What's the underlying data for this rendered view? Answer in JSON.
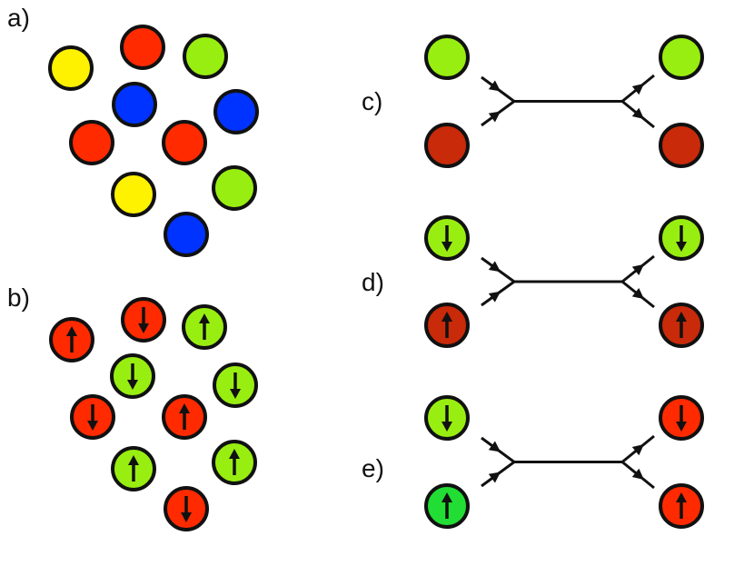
{
  "panels": {
    "a": {
      "label": "a)"
    },
    "b": {
      "label": "b)"
    },
    "c": {
      "label": "c)"
    },
    "d": {
      "label": "d)"
    },
    "e": {
      "label": "e)"
    }
  },
  "colors": {
    "yellow": "#FFF200",
    "red": "#FF2A00",
    "blue": "#0033FF",
    "lime": "#99EE11",
    "darkred": "#C82A0A",
    "green": "#22DD33",
    "outline": "#111111",
    "line": "#111111"
  },
  "diagram": {
    "panel_a_particles": [
      {
        "color": "yellow"
      },
      {
        "color": "red"
      },
      {
        "color": "lime"
      },
      {
        "color": "blue"
      },
      {
        "color": "blue"
      },
      {
        "color": "red"
      },
      {
        "color": "red"
      },
      {
        "color": "yellow"
      },
      {
        "color": "lime"
      },
      {
        "color": "blue"
      }
    ],
    "panel_b_particles": [
      {
        "color": "red",
        "spin": "up"
      },
      {
        "color": "red",
        "spin": "down"
      },
      {
        "color": "lime",
        "spin": "up"
      },
      {
        "color": "lime",
        "spin": "down"
      },
      {
        "color": "lime",
        "spin": "down"
      },
      {
        "color": "red",
        "spin": "down"
      },
      {
        "color": "red",
        "spin": "up"
      },
      {
        "color": "lime",
        "spin": "up"
      },
      {
        "color": "lime",
        "spin": "up"
      },
      {
        "color": "red",
        "spin": "down"
      }
    ],
    "interactions": {
      "c": {
        "in_top": {
          "color": "lime",
          "spin": "none"
        },
        "in_bottom": {
          "color": "darkred",
          "spin": "none"
        },
        "out_top": {
          "color": "lime",
          "spin": "none"
        },
        "out_bottom": {
          "color": "darkred",
          "spin": "none"
        }
      },
      "d": {
        "in_top": {
          "color": "lime",
          "spin": "down"
        },
        "in_bottom": {
          "color": "darkred",
          "spin": "up"
        },
        "out_top": {
          "color": "lime",
          "spin": "down"
        },
        "out_bottom": {
          "color": "darkred",
          "spin": "up"
        }
      },
      "e": {
        "in_top": {
          "color": "lime",
          "spin": "down"
        },
        "in_bottom": {
          "color": "green",
          "spin": "up"
        },
        "out_top": {
          "color": "red",
          "spin": "down"
        },
        "out_bottom": {
          "color": "red",
          "spin": "up"
        }
      }
    }
  }
}
